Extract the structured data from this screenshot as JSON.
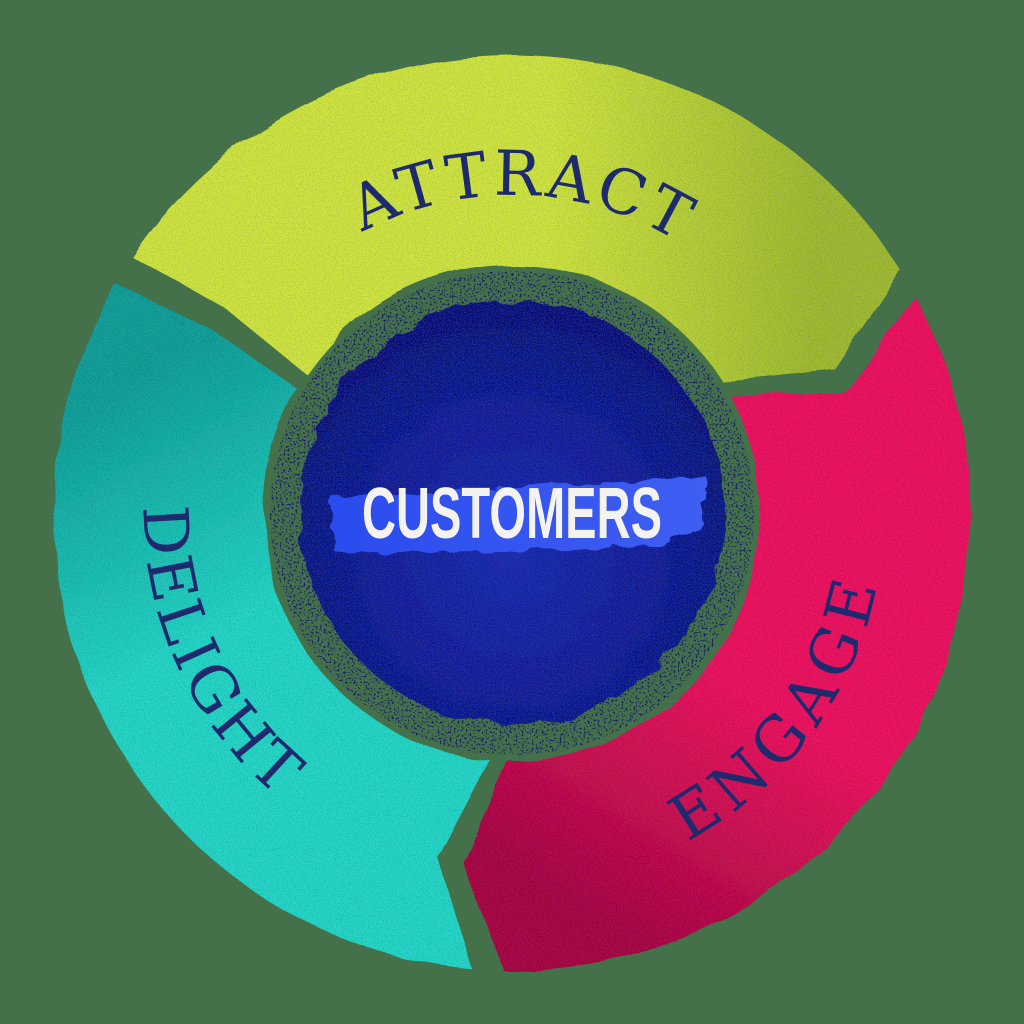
{
  "diagram": {
    "type": "flywheel",
    "background_color": "#45714a",
    "label_color": "#1e2a6e",
    "center": {
      "label": "CUSTOMERS",
      "label_color": "#f4f3ef",
      "circle_color": "#0b1066",
      "circle_color_bright": "#1b2aa4",
      "speckle_color": "#2940d6",
      "halo_speckle_color": "#1a2266",
      "highlight_color": "#2b4cee",
      "highlight_color_2": "#3f5ef2"
    },
    "segments": [
      {
        "id": "attract",
        "label": "ATTRACT",
        "color": "#cde23f",
        "color_dark": "#9fba31"
      },
      {
        "id": "engage",
        "label": "ENGAGE",
        "color": "#e9195e",
        "color_dark": "#a60d45"
      },
      {
        "id": "delight",
        "label": "DELIGHT",
        "color": "#26d3c4",
        "color_dark": "#149e98"
      }
    ],
    "flow_order": [
      "ATTRACT",
      "ENGAGE",
      "DELIGHT"
    ]
  }
}
